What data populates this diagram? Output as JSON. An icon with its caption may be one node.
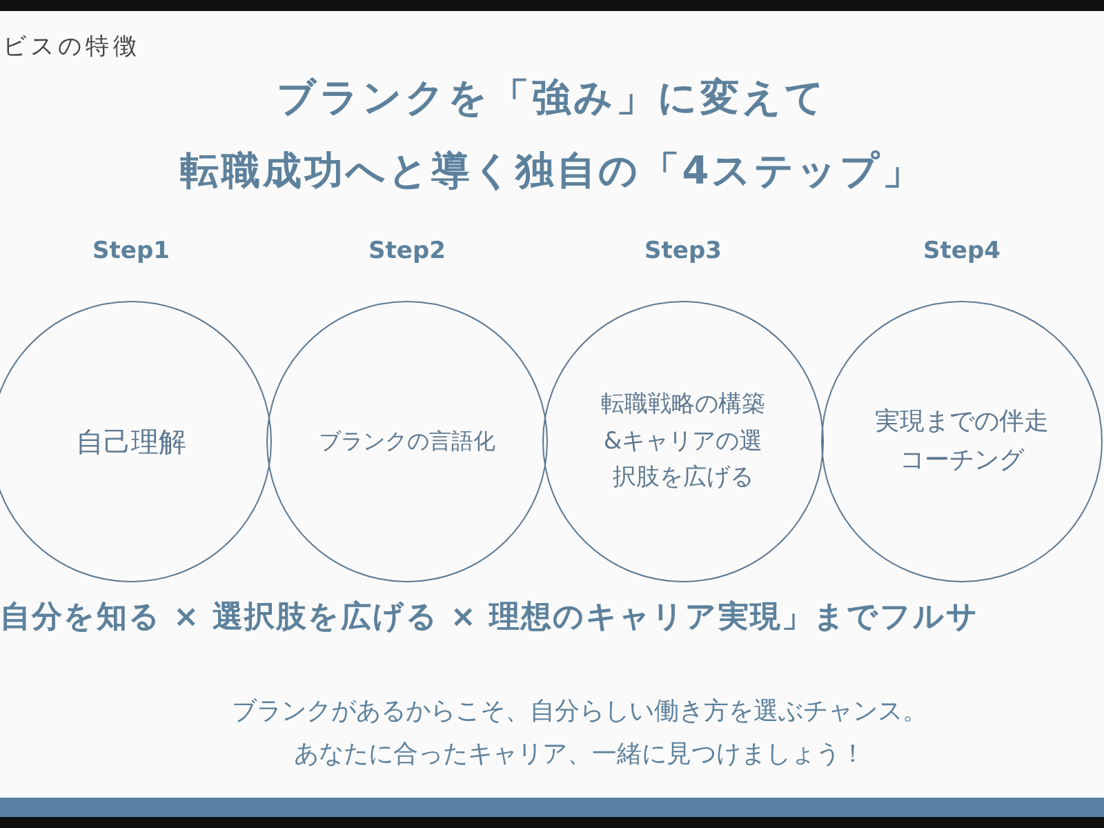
{
  "diagram": {
    "title": "ブランクを「強み」に変えて転職成功へと導く独自の「4ステップ」",
    "nodes": [
      {
        "text": [
          "Step1",
          "自己理解"
        ]
      },
      {
        "text": [
          "Step2",
          "ブランクの言語化"
        ]
      },
      {
        "text": [
          "Step3",
          "転職戦略の構築&キャリアの選択肢を広げる"
        ]
      },
      {
        "text": [
          "Step4",
          "実現までの伴走コーチング"
        ]
      }
    ],
    "labels": [
      "ビスの特徴",
      "自分を知る × 選択肢を広げる × 理想のキャリア実現」までフルサ",
      "ブランクがあるからこそ、自分らしい働き方を選ぶチャンス。",
      "あなたに合ったキャリア、一緒に見つけましょう！"
    ]
  }
}
